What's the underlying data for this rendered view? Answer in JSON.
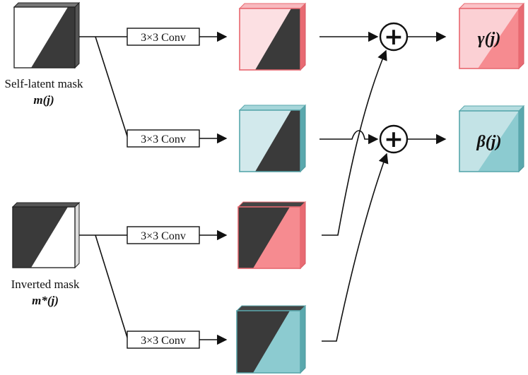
{
  "labels": {
    "self_mask_name": "Self-latent mask",
    "self_mask_symbol": "m(j)",
    "inverted_mask_name": "Inverted mask",
    "inverted_mask_symbol": "m*(j)"
  },
  "conv_blocks": [
    {
      "label": "3×3 Conv"
    },
    {
      "label": "3×3 Conv"
    },
    {
      "label": "3×3 Conv"
    },
    {
      "label": "3×3 Conv"
    }
  ],
  "outputs": {
    "gamma": "γ(j)",
    "beta": "β(j)"
  },
  "operators": {
    "add_symbol": "+"
  },
  "colors": {
    "dark": "#3a3a3a",
    "pink_light": "#fce0e3",
    "pink": "#f68b90",
    "pink_edge": "#e86a72",
    "teal_light": "#d2e9ec",
    "teal": "#8ccbd0",
    "teal_edge": "#5aa8ad",
    "white": "#ffffff"
  }
}
